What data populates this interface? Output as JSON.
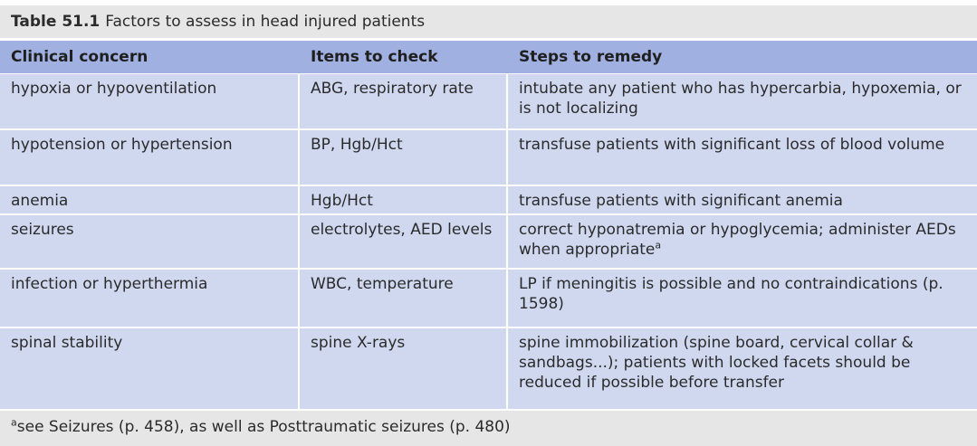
{
  "table": {
    "number": "Table 51.1",
    "caption": "Factors to assess in head injured patients",
    "columns": [
      "Clinical concern",
      "Items to check",
      "Steps to remedy"
    ],
    "rows": [
      {
        "concern": "hypoxia or hypoventilation",
        "items": "ABG, respiratory rate",
        "remedy": "intubate any patient who has hypercarbia, hypoxemia, or is not localizing",
        "remedy_sup": ""
      },
      {
        "concern": "hypotension or hypertension",
        "items": "BP, Hgb/Hct",
        "remedy": "transfuse patients with significant loss of blood volume",
        "remedy_sup": ""
      },
      {
        "concern": "anemia",
        "items": "Hgb/Hct",
        "remedy": "transfuse patients with significant anemia",
        "remedy_sup": ""
      },
      {
        "concern": "seizures",
        "items": "electrolytes, AED levels",
        "remedy": "correct hyponatremia or hypoglycemia; administer AEDs when appropriate",
        "remedy_sup": "a"
      },
      {
        "concern": "infection or hyperthermia",
        "items": "WBC, temperature",
        "remedy": "LP if meningitis is possible and no contraindications (p. 1598)",
        "remedy_sup": ""
      },
      {
        "concern": "spinal stability",
        "items": "spine X-rays",
        "remedy": "spine immobilization (spine board, cervical collar & sandbags...); patients with locked facets should be reduced if possible before transfer",
        "remedy_sup": ""
      }
    ],
    "footnote": {
      "marker": "a",
      "text": "see Seizures (p. 458), as well as Posttraumatic seizures (p. 480)"
    }
  },
  "colors": {
    "title_bg": "#e6e6e6",
    "header_bg": "#a0b0e0",
    "row_bg": "#d0d8f0",
    "footnote_bg": "#e6e6e6"
  }
}
